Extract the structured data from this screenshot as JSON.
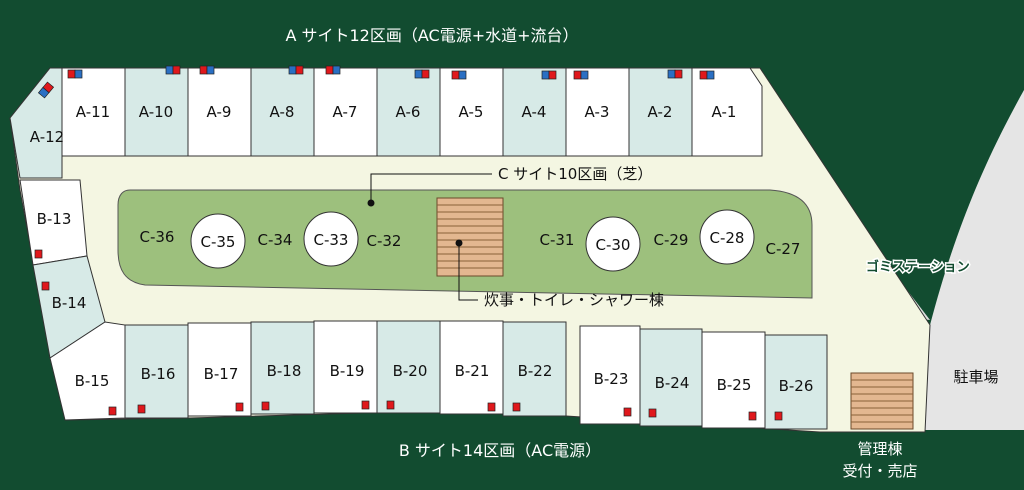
{
  "colors": {
    "forest": "#124c30",
    "cream": "#f4f6e2",
    "site_white": "#ffffff",
    "site_mint": "#d7eae7",
    "lawn": "#9dc07d",
    "parking_gray": "#e5e5e5",
    "deck_wood": "#e3b790",
    "marker_red": "#e0181c",
    "marker_blue": "#2a6fc3",
    "outline": "#333333"
  },
  "labels": {
    "a_site": "A サイト12区画（AC電源+水道+流台）",
    "b_site": "B サイト14区画（AC電源）",
    "c_site": "C サイト10区画（芝）",
    "facility": "炊事・トイレ・シャワー棟",
    "garbage": "ゴミステーション",
    "parking": "駐車場",
    "office_line1": "管理棟",
    "office_line2": "受付・売店"
  },
  "a_sites": [
    "A-12",
    "A-11",
    "A-10",
    "A-9",
    "A-8",
    "A-7",
    "A-6",
    "A-5",
    "A-4",
    "A-3",
    "A-2",
    "A-1"
  ],
  "b_sites": [
    "B-13",
    "B-14",
    "B-15",
    "B-16",
    "B-17",
    "B-18",
    "B-19",
    "B-20",
    "B-21",
    "B-22",
    "B-23",
    "B-24",
    "B-25",
    "B-26"
  ],
  "c_sites": [
    "C-36",
    "C-35",
    "C-34",
    "C-33",
    "C-32",
    "C-31",
    "C-30",
    "C-29",
    "C-28",
    "C-27"
  ]
}
